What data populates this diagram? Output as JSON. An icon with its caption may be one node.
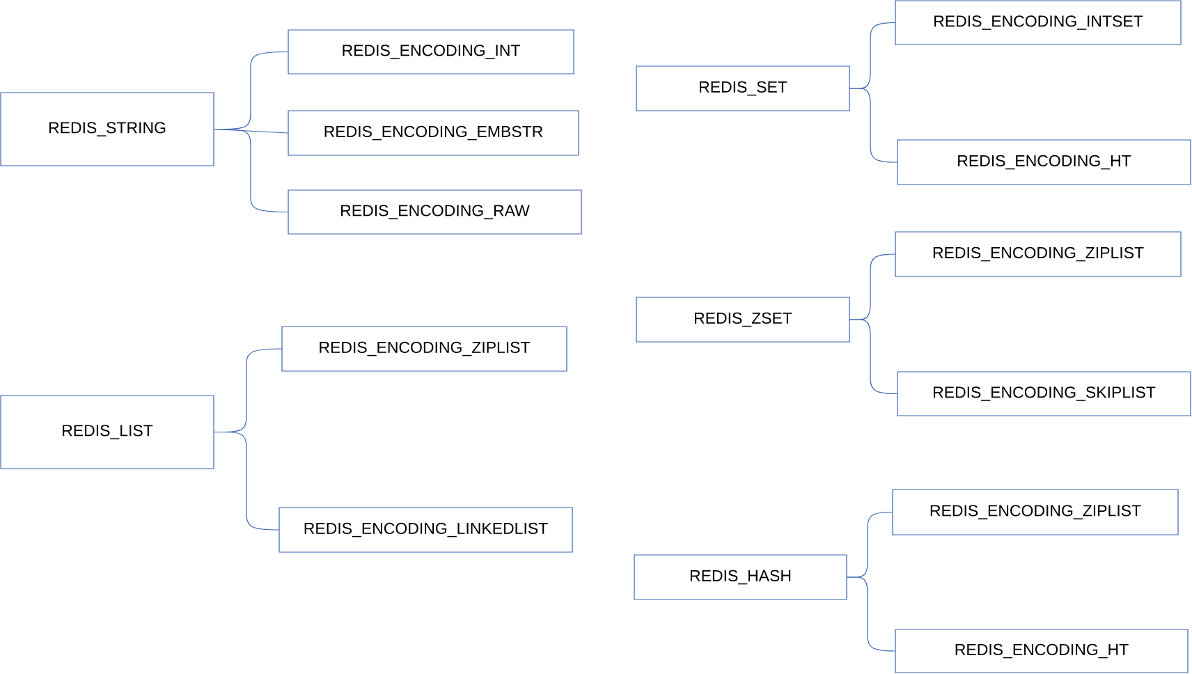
{
  "diagram": {
    "nodes": [
      {
        "text": [
          "REDIS_STRING"
        ]
      },
      {
        "text": [
          "REDIS_ENCODING_INT"
        ]
      },
      {
        "text": [
          "REDIS_ENCODING_EMBSTR"
        ]
      },
      {
        "text": [
          "REDIS_ENCODING_RAW"
        ]
      },
      {
        "text": [
          "REDIS_LIST"
        ]
      },
      {
        "text": [
          "REDIS_ENCODING_ZIPLIST"
        ]
      },
      {
        "text": [
          "REDIS_ENCODING_LINKEDLIST"
        ]
      },
      {
        "text": [
          "REDIS_SET"
        ]
      },
      {
        "text": [
          "REDIS_ENCODING_INTSET"
        ]
      },
      {
        "text": [
          "REDIS_ENCODING_HT"
        ]
      },
      {
        "text": [
          "REDIS_ZSET"
        ]
      },
      {
        "text": [
          "REDIS_ENCODING_ZIPLIST"
        ]
      },
      {
        "text": [
          "REDIS_ENCODING_SKIPLIST"
        ]
      },
      {
        "text": [
          "REDIS_HASH"
        ]
      },
      {
        "text": [
          "REDIS_ENCODING_ZIPLIST"
        ]
      },
      {
        "text": [
          "REDIS_ENCODING_HT"
        ]
      }
    ],
    "edges": [
      {
        "from": 0,
        "to": 1,
        "arrow": "none"
      },
      {
        "from": 0,
        "to": 2,
        "arrow": "none"
      },
      {
        "from": 0,
        "to": 3,
        "arrow": "none"
      },
      {
        "from": 4,
        "to": 5,
        "arrow": "none"
      },
      {
        "from": 4,
        "to": 6,
        "arrow": "none"
      },
      {
        "from": 7,
        "to": 8,
        "arrow": "none"
      },
      {
        "from": 7,
        "to": 9,
        "arrow": "none"
      },
      {
        "from": 10,
        "to": 11,
        "arrow": "none"
      },
      {
        "from": 10,
        "to": 12,
        "arrow": "none"
      },
      {
        "from": 13,
        "to": 14,
        "arrow": "none"
      },
      {
        "from": 13,
        "to": 15,
        "arrow": "none"
      }
    ]
  }
}
